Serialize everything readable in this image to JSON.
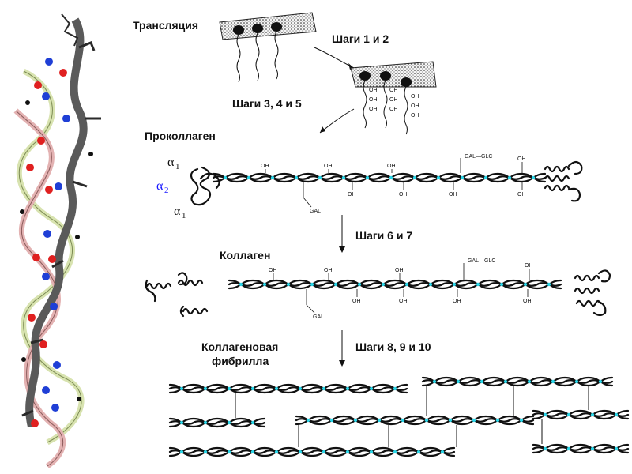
{
  "labels": {
    "translation": "Трансляция",
    "steps_1_2": "Шаги 1 и 2",
    "steps_3_4_5": "Шаги 3, 4 и 5",
    "procollagen": "Проколлаген",
    "steps_6_7": "Шаги 6 и 7",
    "collagen": "Коллаген",
    "collagen_fibril_line1": "Коллагеновая",
    "collagen_fibril_line2": "фибрилла",
    "steps_8_9_10": "Шаги 8, 9 и 10"
  },
  "chains": {
    "alpha": "α",
    "sub1": "1",
    "sub2": "2"
  },
  "chemistry": {
    "oh": "OH",
    "gal": "GAL",
    "gal_glc": "GAL—GLC"
  },
  "colors": {
    "alpha2": "#1a1aff",
    "cyan_crosslink": "#2ad4e6",
    "helix_dark": "#555555",
    "helix_pink": "#e3b2b2",
    "helix_light": "#d8e3b0",
    "atom_red": "#e02020",
    "atom_blue": "#1f3fd6"
  }
}
